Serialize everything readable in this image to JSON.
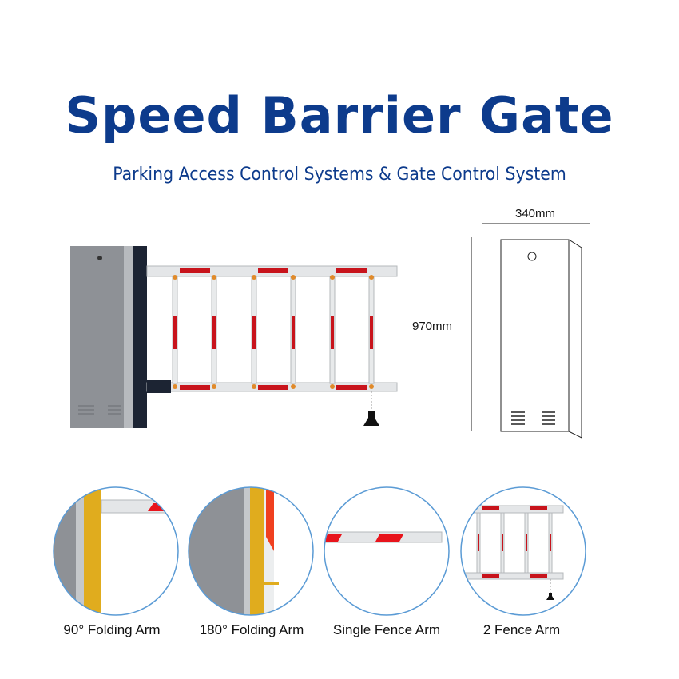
{
  "header": {
    "title": "Speed Barrier Gate",
    "subtitle": "Parking Access Control Systems & Gate Control System"
  },
  "dimensions": {
    "width": "340mm",
    "height": "970mm"
  },
  "arm_types": [
    {
      "label": "90° Folding Arm"
    },
    {
      "label": "180° Folding Arm"
    },
    {
      "label": "Single Fence Arm"
    },
    {
      "label": "2 Fence Arm"
    }
  ],
  "colors": {
    "title": "#0d3b8c",
    "stripe_red": "#d0141c",
    "circle_outline": "#5b9bd5",
    "cabinet_gray": "#8a8d92"
  }
}
